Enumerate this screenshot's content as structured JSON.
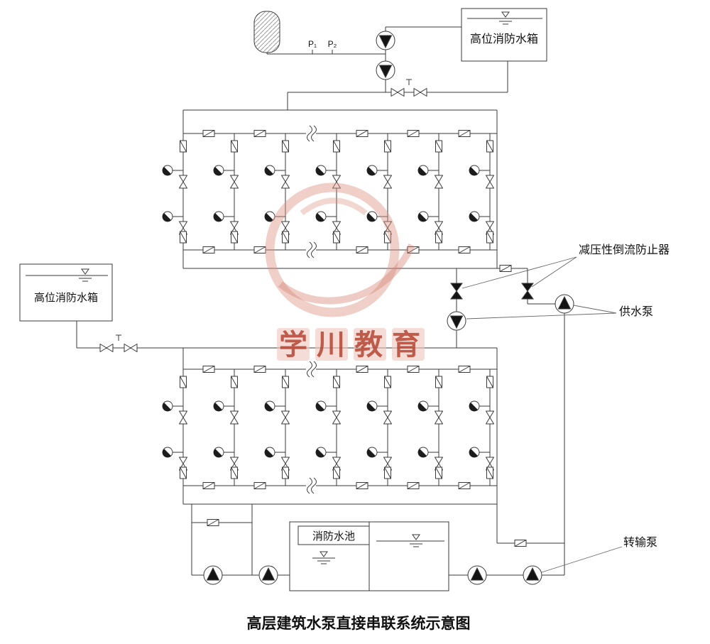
{
  "title": "高层建筑水泵直接串联系统示意图",
  "labels": {
    "top_tank": "高位消防水箱",
    "left_tank": "高位消防水箱",
    "pool": "消防水池",
    "backflow": "减压性倒流防止器",
    "supply_pump": "供水泵",
    "transfer_pump": "转输泵",
    "p1": "P₁",
    "p2": "P₂"
  },
  "watermark": {
    "text": "学川教育",
    "color": "#b23b29"
  },
  "colors": {
    "line": "#3a3a3a",
    "text": "#111111",
    "watermark_pink": "#efc6bb"
  }
}
